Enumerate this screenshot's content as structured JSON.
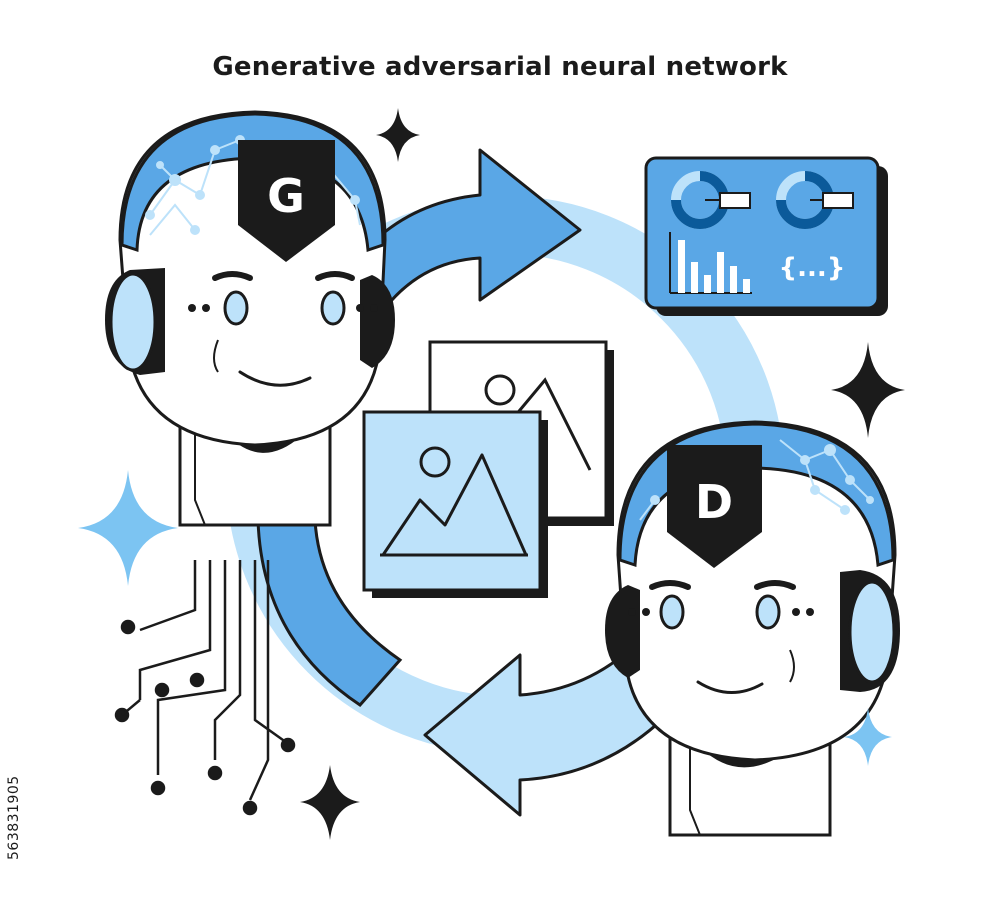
{
  "title": "Generative adversarial neural network",
  "generator_label": "G",
  "discriminator_label": "D",
  "code_label": "{...}",
  "stock_id": "563831905",
  "colors": {
    "outline": "#1b1b1b",
    "primary_blue": "#5aa7e6",
    "light_blue": "#bde2fa",
    "pale_blue": "#d8eefc",
    "sparkle_blue": "#7cc4f2"
  }
}
